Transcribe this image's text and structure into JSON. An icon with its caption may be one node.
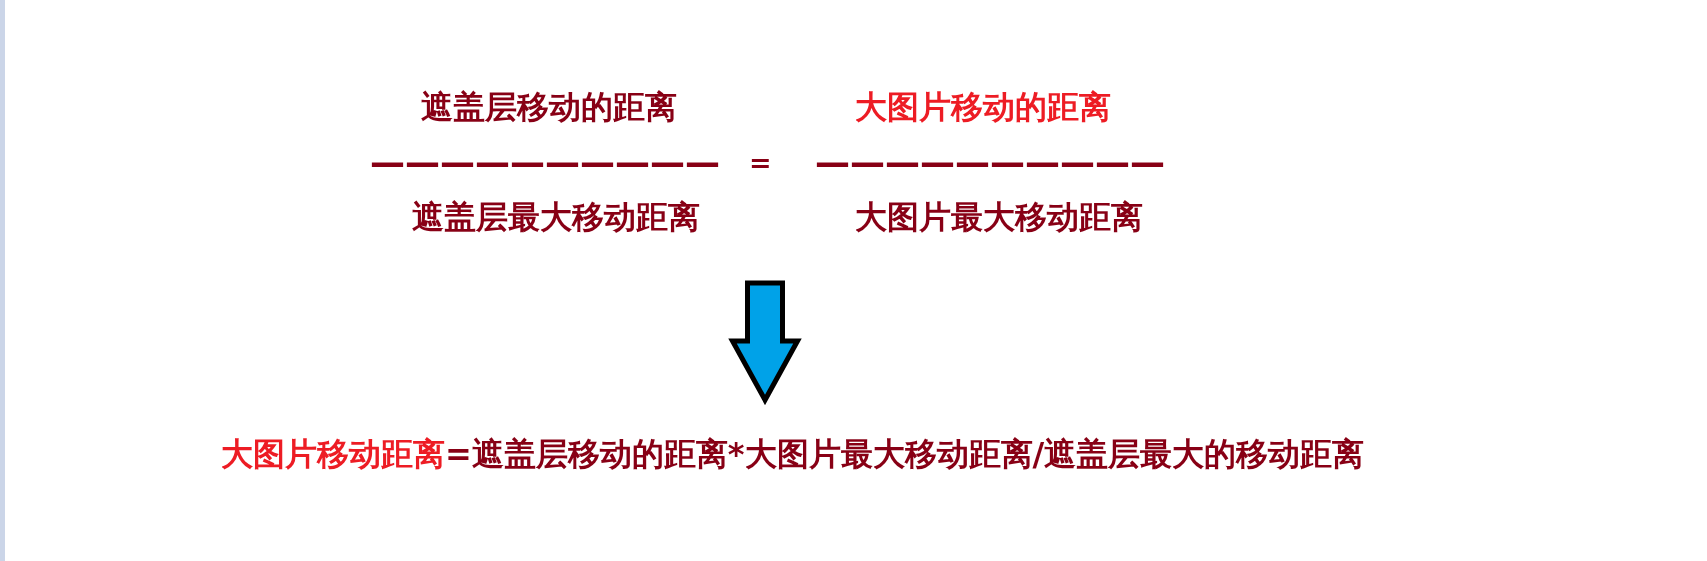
{
  "diagram": {
    "nodes": [
      {
        "text": [
          "遮盖层移动的距离",
          "——————————",
          "遮盖层最大移动距离",
          "=",
          "大图片移动的距离",
          "——————————",
          "大图片最大移动距离"
        ]
      },
      {
        "text": [
          "大图片移动距离",
          "=遮盖层移动的距离*大图片最大移动距离/遮盖层最大的移动距离"
        ]
      }
    ],
    "edges": [
      {
        "from": 0,
        "to": 1,
        "arrow": "to"
      }
    ]
  }
}
